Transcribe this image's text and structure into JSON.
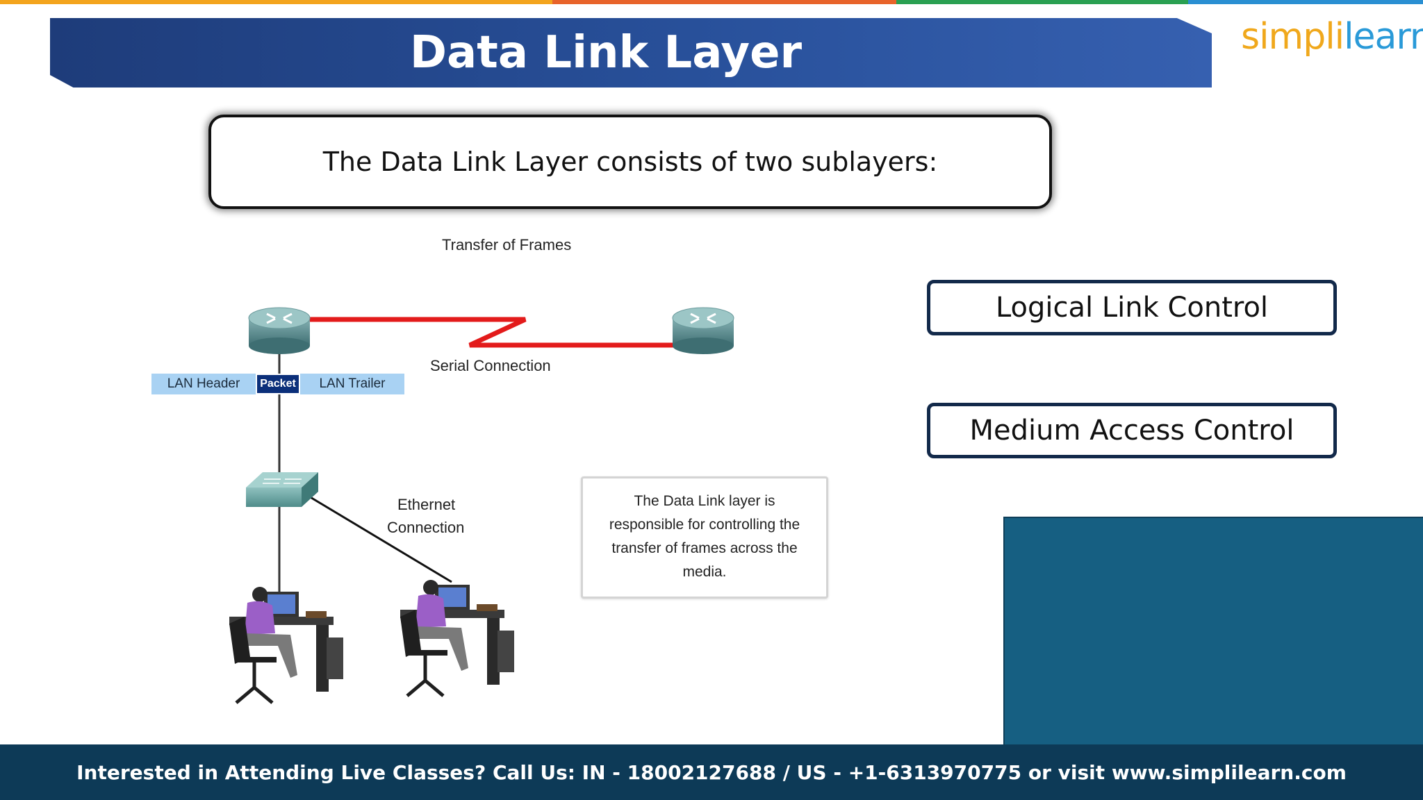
{
  "slide": {
    "title": "Data Link Layer",
    "intro": "The Data Link Layer consists of two sublayers:"
  },
  "logo": {
    "part1": "simpl",
    "part2": "i",
    "part3": "learn"
  },
  "diagram": {
    "transfer_label": "Transfer of Frames",
    "serial_label": "Serial Connection",
    "ethernet_label_line1": "Ethernet",
    "ethernet_label_line2": "Connection",
    "frame": {
      "header": "LAN Header",
      "packet": "Packet",
      "trailer": "LAN Trailer"
    },
    "note": "The Data Link layer is responsible for controlling the transfer of frames across the media."
  },
  "sublayers": [
    {
      "label": "Logical Link Control"
    },
    {
      "label": "Medium Access Control"
    }
  ],
  "footer": {
    "text": "Interested in Attending Live Classes? Call Us: IN - 18002127688 / US - +1-6313970775 or visit www.simplilearn.com"
  },
  "colors": {
    "title_banner": "#28509a",
    "footer_bg": "#0d3a57",
    "video_panel": "#165f82",
    "serial_link": "#e31b1b",
    "logo_orange": "#f0a81c",
    "logo_blue": "#2a9ad8"
  },
  "icons": {
    "router": "router-icon",
    "switch": "switch-icon",
    "workstation": "workstation-icon"
  }
}
